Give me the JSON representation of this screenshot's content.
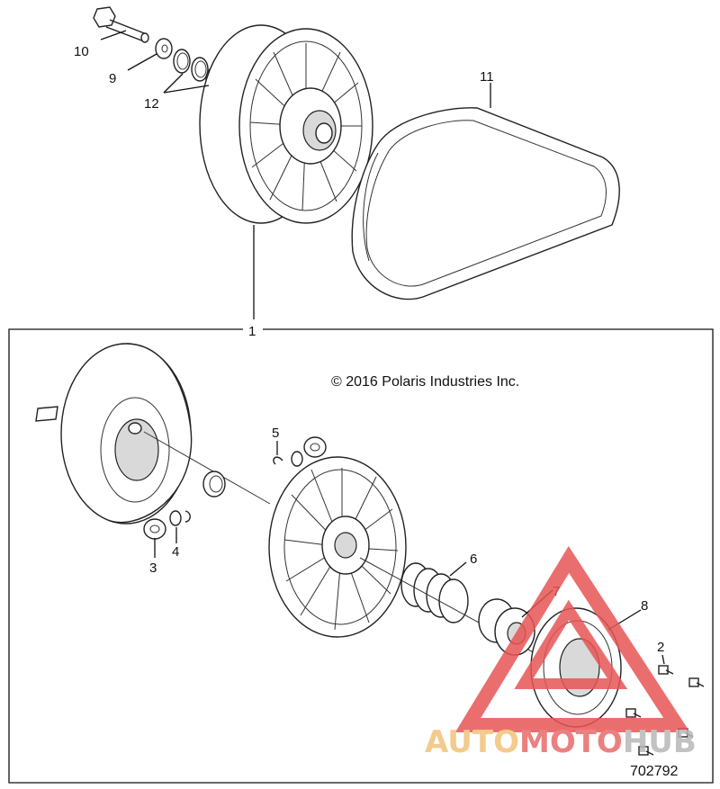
{
  "copyright": "© 2016 Polaris Industries Inc.",
  "diagram_code": "702792",
  "watermark": {
    "prefix": "AUTO",
    "middle": "MOTO",
    "suffix": "HUB",
    "colors": {
      "auto": "#f2c27a",
      "moto": "#e86a6a",
      "hub": "#b8b8b8",
      "triangle": "#e85555"
    }
  },
  "callouts": {
    "c1": "1",
    "c2": "2",
    "c3": "3",
    "c4": "4",
    "c5": "5",
    "c6": "6",
    "c7": "7",
    "c8": "8",
    "c9": "9",
    "c10": "10",
    "c11": "11",
    "c12": "12"
  }
}
